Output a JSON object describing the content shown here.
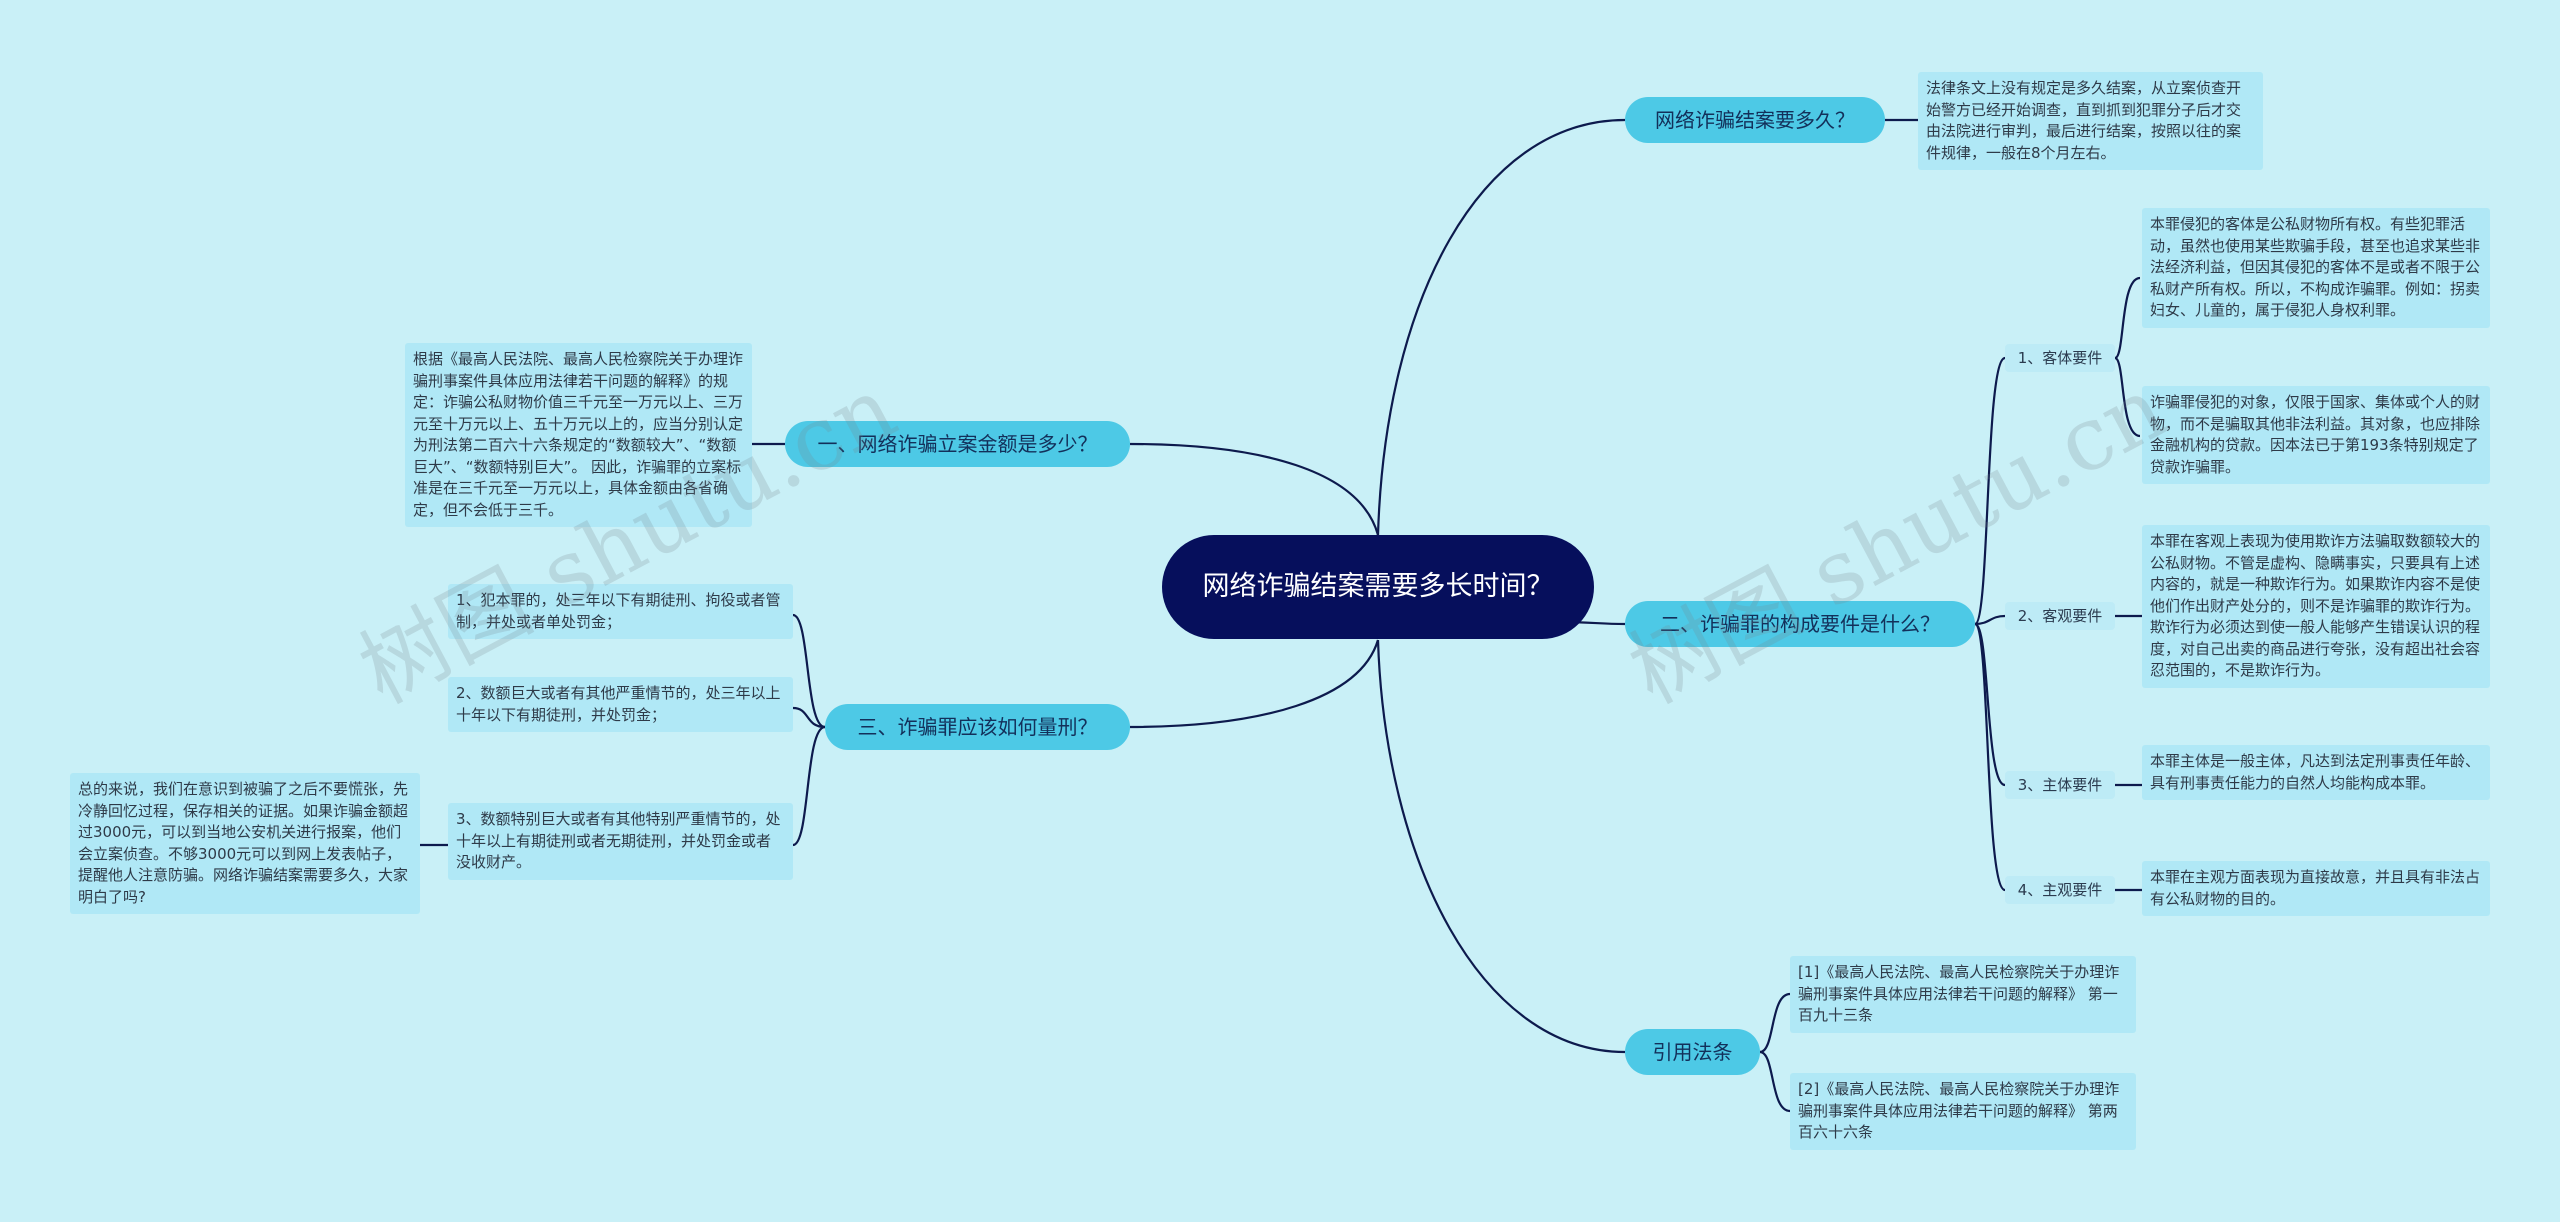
{
  "root": {
    "title": "网络诈骗结案需要多长时间？"
  },
  "colors": {
    "root_bg": "#060f5c",
    "topic_bg": "#4dc9e6",
    "leaf_bg": "#b0e8f6",
    "line": "#0d1a4d",
    "background": "#c9f0f7"
  },
  "topics": {
    "t1": "网络诈骗结案要多久？",
    "t2": "二、诈骗罪的构成要件是什么？",
    "t3": "引用法条",
    "t4": "一、网络诈骗立案金额是多少？",
    "t5": "三、诈骗罪应该如何量刑？"
  },
  "subs": {
    "s1": "1、客体要件",
    "s2": "2、客观要件",
    "s3": "3、主体要件",
    "s4": "4、主观要件"
  },
  "leaves": {
    "l_t1": "法律条文上没有规定是多久结案，从立案侦查开始警方已经开始调查，直到抓到犯罪分子后才交由法院进行审判，最后进行结案，按照以往的案件规律，一般在8个月左右。",
    "l_s1a": "本罪侵犯的客体是公私财物所有权。有些犯罪活动，虽然也使用某些欺骗手段，甚至也追求某些非法经济利益，但因其侵犯的客体不是或者不限于公私财产所有权。所以，不构成诈骗罪。例如：拐卖妇女、儿童的，属于侵犯人身权利罪。",
    "l_s1b": "诈骗罪侵犯的对象，仅限于国家、集体或个人的财物，而不是骗取其他非法利益。其对象，也应排除金融机构的贷款。因本法已于第193条特别规定了贷款诈骗罪。",
    "l_s2": "本罪在客观上表现为使用欺诈方法骗取数额较大的公私财物。不管是虚构、隐瞒事实，只要具有上述内容的，就是一种欺诈行为。如果欺诈内容不是使他们作出财产处分的，则不是诈骗罪的欺诈行为。欺诈行为必须达到使一般人能够产生错误认识的程度，对自己出卖的商品进行夸张，没有超出社会容忍范围的，不是欺诈行为。",
    "l_s3": "本罪主体是一般主体，凡达到法定刑事责任年龄、具有刑事责任能力的自然人均能构成本罪。",
    "l_s4": "本罪在主观方面表现为直接故意，并且具有非法占有公私财物的目的。",
    "l_t3a": "[1]《最高人民法院、最高人民检察院关于办理诈骗刑事案件具体应用法律若干问题的解释》 第一百九十三条",
    "l_t3b": "[2]《最高人民法院、最高人民检察院关于办理诈骗刑事案件具体应用法律若干问题的解释》 第两百六十六条",
    "l_t4": "根据《最高人民法院、最高人民检察院关于办理诈骗刑事案件具体应用法律若干问题的解释》的规定：诈骗公私财物价值三千元至一万元以上、三万元至十万元以上、五十万元以上的，应当分别认定为刑法第二百六十六条规定的“数额较大”、“数额巨大”、“数额特别巨大”。 因此，诈骗罪的立案标准是在三千元至一万元以上，具体金额由各省确定，但不会低于三千。",
    "l_t5a": "1、犯本罪的，处三年以下有期徒刑、拘役或者管制，并处或者单处罚金；",
    "l_t5b": "2、数额巨大或者有其他严重情节的，处三年以上十年以下有期徒刑，并处罚金；",
    "l_t5c": "3、数额特别巨大或者有其他特别严重情节的，处十年以上有期徒刑或者无期徒刑，并处罚金或者没收财产。",
    "l_t5c_sum": "总的来说，我们在意识到被骗了之后不要慌张，先冷静回忆过程，保存相关的证据。如果诈骗金额超过3000元，可以到当地公安机关进行报案，他们会立案侦查。不够3000元可以到网上发表帖子，提醒他人注意防骗。网络诈骗结案需要多久，大家明白了吗?"
  },
  "watermarks": [
    "树图 shutu.cn",
    "树图 shutu.cn"
  ]
}
